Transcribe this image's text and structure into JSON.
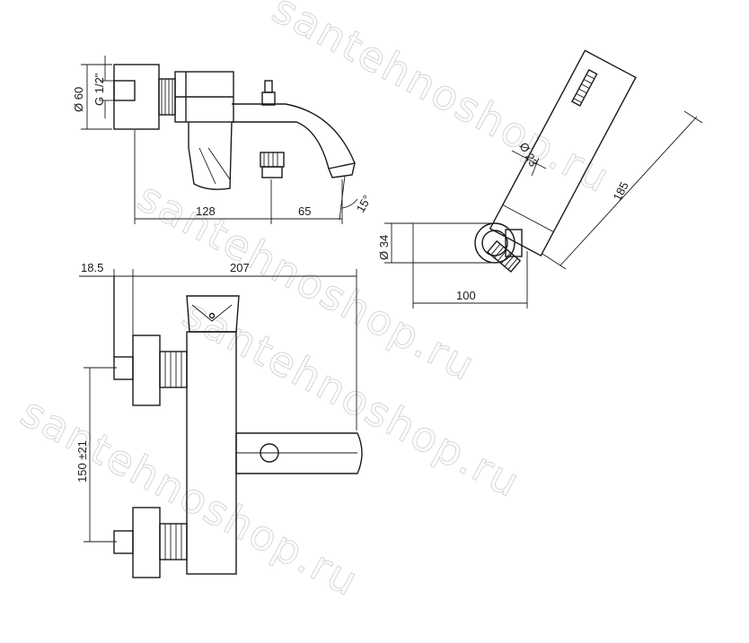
{
  "watermark": "santehnoshop.ru",
  "dimensions": {
    "diameter_60": "Ø 60",
    "thread": "G 1/2\"",
    "len_128": "128",
    "len_65": "65",
    "angle_15": "15°",
    "len_18_5": "18.5",
    "len_207": "207",
    "len_150": "150 ±21",
    "diameter_23": "Ø 23",
    "len_185": "185",
    "diameter_34": "Ø 34",
    "len_100": "100"
  }
}
